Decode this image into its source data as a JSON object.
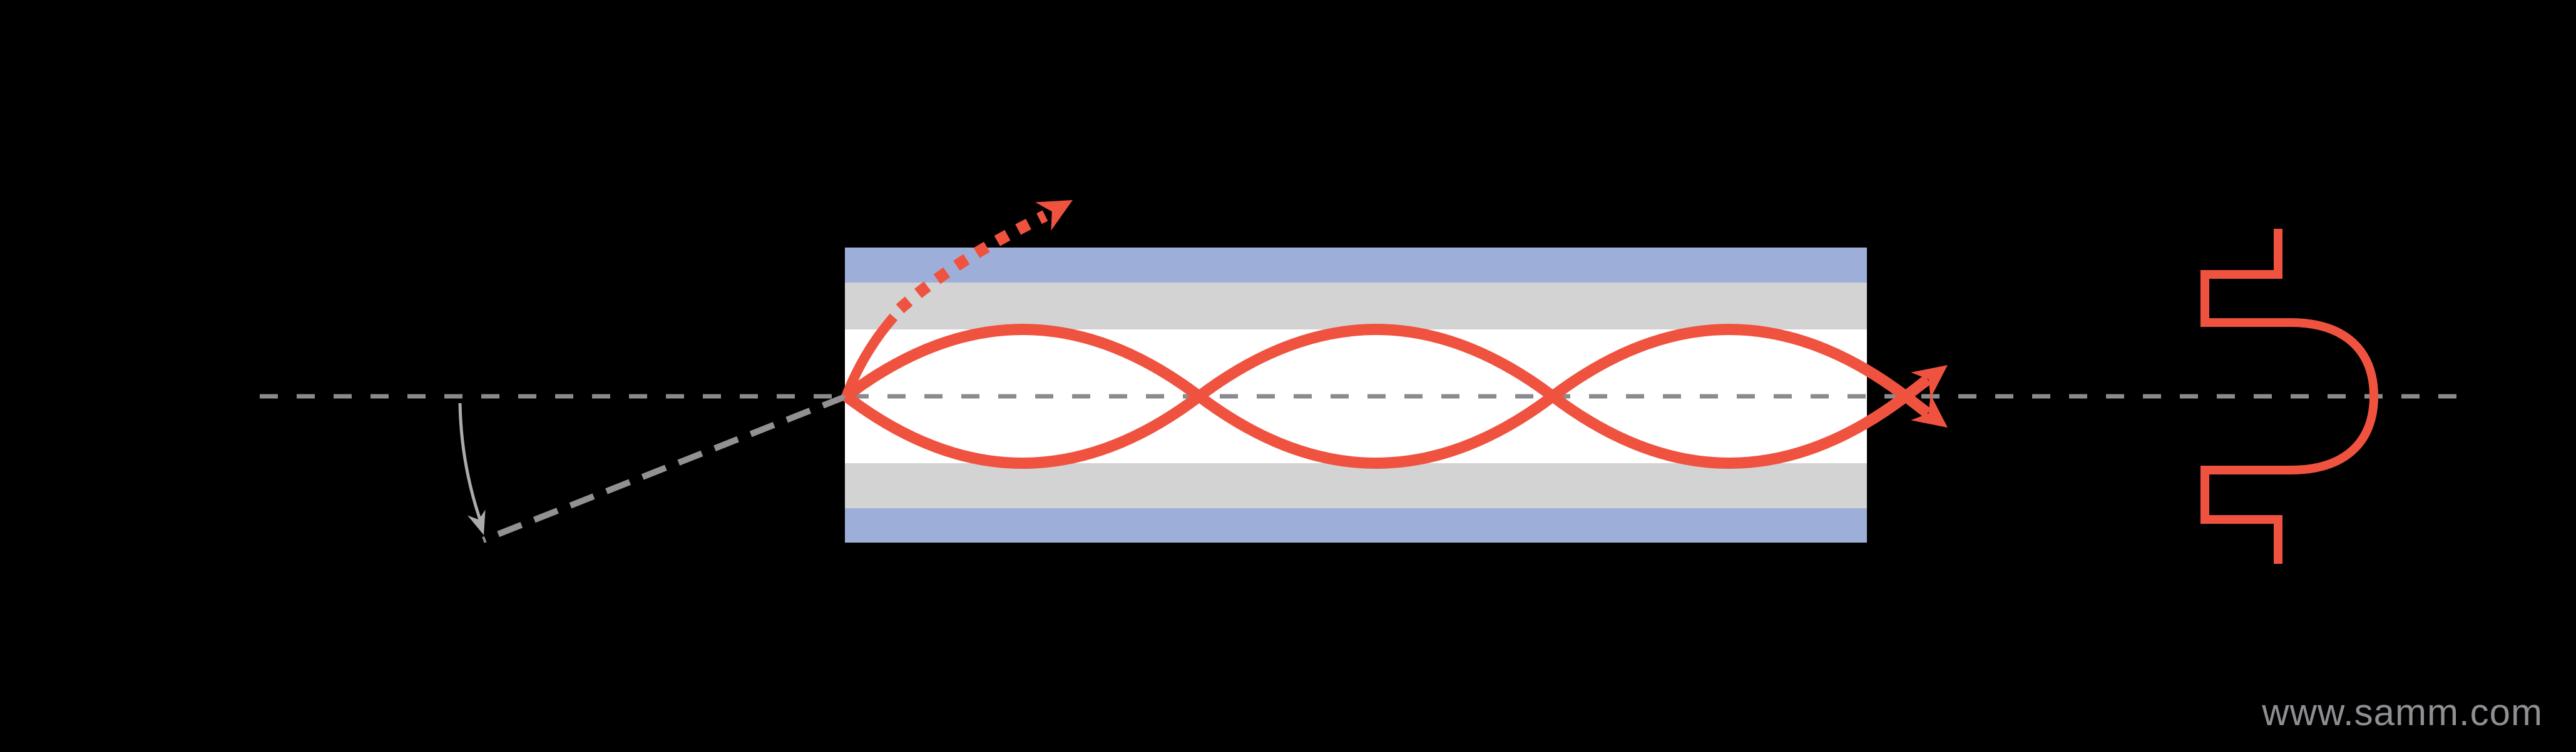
{
  "watermark": {
    "text": "www.samm.com"
  },
  "colors": {
    "background": "#000000",
    "coating": "#9dafd9",
    "cladding": "#d3d3d3",
    "core": "#ffffff",
    "ray": "#ef5340",
    "axis_dash": "#898b8d",
    "cone_dash": "#8f9193",
    "angle_arc": "#a9abad",
    "watermark": "#8d8f92"
  },
  "fiber": {
    "layers": [
      {
        "name": "coating-top"
      },
      {
        "name": "cladding-top"
      },
      {
        "name": "core"
      },
      {
        "name": "cladding-bottom"
      },
      {
        "name": "coating-bottom"
      }
    ]
  }
}
